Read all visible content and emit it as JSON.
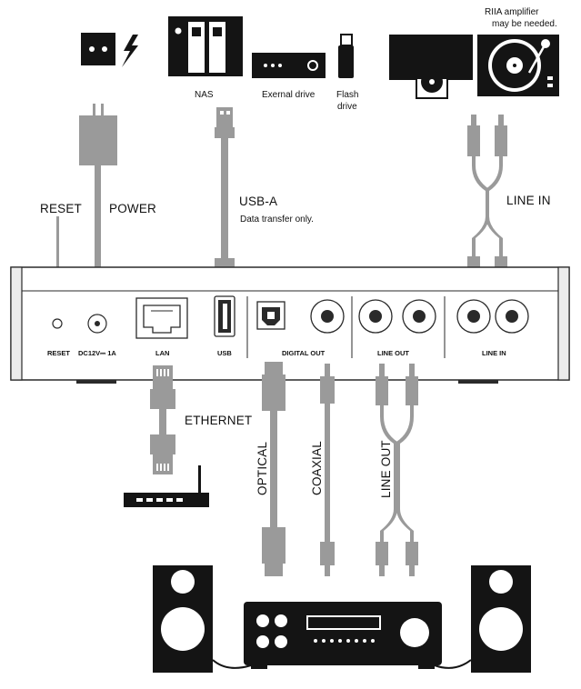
{
  "top_devices": {
    "nas": "NAS",
    "external_drive": "Exernal drive",
    "flash_drive_line1": "Flash",
    "flash_drive_line2": "drive",
    "amp_note_line1": "RIIA amplifier",
    "amp_note_line2": "may be needed."
  },
  "cable_labels": {
    "reset": "RESET",
    "power": "POWER",
    "usb_a": "USB-A",
    "usb_note": "Data transfer only.",
    "line_in": "LINE IN",
    "ethernet": "ETHERNET",
    "optical": "OPTICAL",
    "coaxial": "COAXIAL",
    "line_out": "LINE OUT"
  },
  "port_labels": {
    "reset": "RESET",
    "dc": "DC12V⎓ 1A",
    "lan": "LAN",
    "usb": "USB",
    "digital_out": "DIGITAL OUT",
    "line_out": "LINE OUT",
    "line_in": "LINE IN"
  },
  "colors": {
    "cable_gray": "#9a9a9a",
    "dark": "#141414",
    "outline": "#2a2a2a"
  }
}
